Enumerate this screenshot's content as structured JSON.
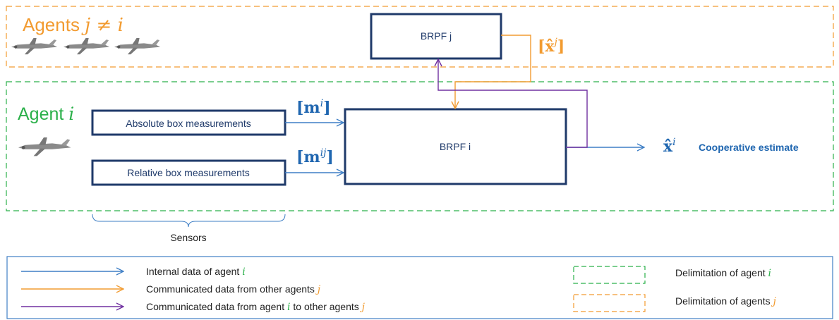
{
  "regions": {
    "agents_j": {
      "title_text": "Agents ",
      "title_var": "j",
      "title_rest": " ≠ ",
      "title_var2": "i"
    },
    "agent_i": {
      "title_text": "Agent ",
      "title_var": "i"
    }
  },
  "blocks": {
    "brpf_j": "BRPF j",
    "brpf_i": "BRPF i",
    "absolute": "Absolute box measurements",
    "relative": "Relative box measurements"
  },
  "signals": {
    "m_i": {
      "base": "m",
      "sup": "i"
    },
    "m_ij": {
      "base": "m",
      "sup": "ij"
    },
    "x_hat_j": {
      "base": "x̂",
      "sup": "j"
    },
    "x_hat_i": {
      "base": "x̂",
      "sup": "i"
    }
  },
  "output_label": "Cooperative estimate",
  "sensors_label": "Sensors",
  "legend": {
    "internal": {
      "text": "Internal data of agent ",
      "var": "i"
    },
    "communicated_in": {
      "text": "Communicated data from other agents ",
      "var": "j"
    },
    "communicated_out": {
      "text": "Communicated data from agent ",
      "var": "i",
      "mid": " to other agents ",
      "var2": "j"
    },
    "delim_i": {
      "text": "Delimitation of agent ",
      "var": "i"
    },
    "delim_j": {
      "text": "Delimitation of agents ",
      "var": "j"
    }
  },
  "colors": {
    "blue": "#3f7fc5",
    "navy": "#1f3a6a",
    "orange": "#f29b30",
    "purple": "#7030a0",
    "green": "#2bb04a",
    "math_blue": "#1f66b0"
  }
}
